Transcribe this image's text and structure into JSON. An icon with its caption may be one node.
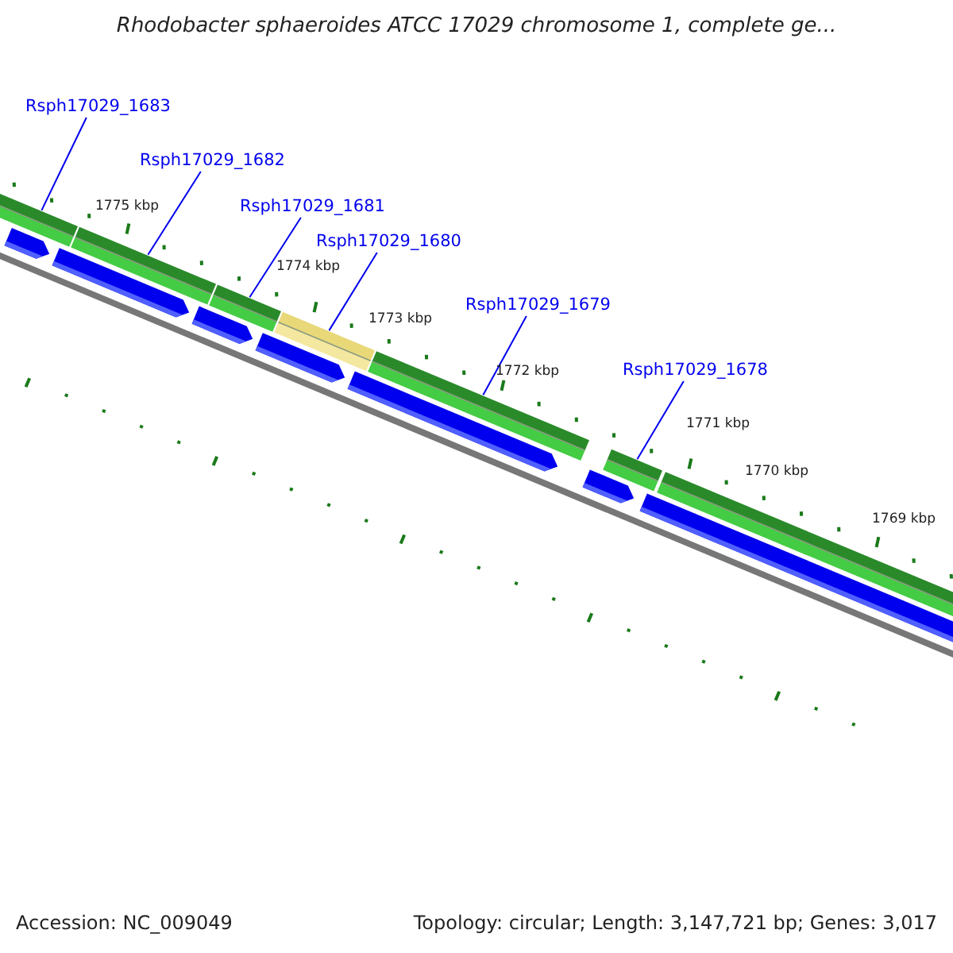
{
  "diagram": {
    "title": "Rhodobacter sphaeroides ATCC 17029 chromosome 1, complete ge...",
    "nodes": [
      {
        "text": [
          "Rsph17029_1683"
        ]
      },
      {
        "text": [
          "Rsph17029_1682"
        ]
      },
      {
        "text": [
          "Rsph17029_1681"
        ]
      },
      {
        "text": [
          "Rsph17029_1680"
        ]
      },
      {
        "text": [
          "Rsph17029_1679"
        ]
      },
      {
        "text": [
          "Rsph17029_1678"
        ]
      },
      {
        "text": [],
        "shape": "bar"
      },
      {
        "text": [],
        "shape": "bar"
      },
      {
        "text": [],
        "shape": "bar"
      },
      {
        "text": [],
        "shape": "bar"
      },
      {
        "text": [],
        "shape": "bar"
      },
      {
        "text": [],
        "shape": "bar"
      },
      {
        "text": [],
        "shape": "bar"
      },
      {
        "text": [],
        "shape": "bar"
      },
      {
        "text": [],
        "shape": "bar"
      },
      {
        "text": [],
        "shape": "bar"
      },
      {
        "text": [],
        "shape": "bar"
      },
      {
        "text": [],
        "shape": "bar"
      },
      {
        "text": [],
        "shape": "bar"
      },
      {
        "text": [],
        "shape": "bar"
      }
    ],
    "edges": [
      {
        "from": 0,
        "to": 6,
        "arrow": "none"
      },
      {
        "from": 1,
        "to": 7,
        "arrow": "none"
      },
      {
        "from": 2,
        "to": 8,
        "arrow": "none"
      },
      {
        "from": 3,
        "to": 9,
        "arrow": "none"
      },
      {
        "from": 4,
        "to": 10,
        "arrow": "none"
      },
      {
        "from": 5,
        "to": 11,
        "arrow": "none"
      }
    ],
    "labels": [
      "1775 kbp",
      "1774 kbp",
      "1773 kbp",
      "1772 kbp",
      "1771 kbp",
      "1770 kbp",
      "1769 kbp",
      "Accession: NC_009049",
      "Topology: circular; Length: 3,147,721 bp; Genes: 3,017"
    ]
  }
}
